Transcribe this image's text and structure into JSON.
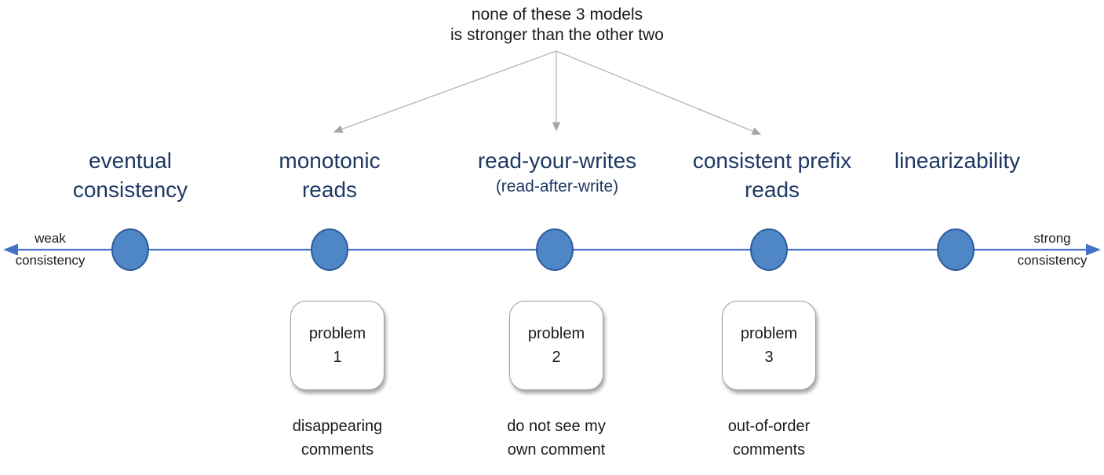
{
  "annotation": {
    "line1": "none of these 3 models",
    "line2": "is stronger than the other two"
  },
  "axis": {
    "left": {
      "line1": "weak",
      "line2": "consistency"
    },
    "right": {
      "line1": "strong",
      "line2": "consistency"
    }
  },
  "models": [
    {
      "name": "eventual-consistency",
      "line1": "eventual",
      "line2": "consistency"
    },
    {
      "name": "monotonic-reads",
      "line1": "monotonic",
      "line2": "reads"
    },
    {
      "name": "read-your-writes",
      "line1": "read-your-writes",
      "line2": "(read-after-write)"
    },
    {
      "name": "consistent-prefix-reads",
      "line1": "consistent prefix",
      "line2": "reads"
    },
    {
      "name": "linearizability",
      "line1": "linearizability",
      "line2": ""
    }
  ],
  "problems": [
    {
      "word": "problem",
      "number": "1",
      "caption_line1": "disappearing",
      "caption_line2": "comments"
    },
    {
      "word": "problem",
      "number": "2",
      "caption_line1": "do not see my",
      "caption_line2": "own comment"
    },
    {
      "word": "problem",
      "number": "3",
      "caption_line1": "out-of-order",
      "caption_line2": "comments"
    }
  ],
  "colors": {
    "label_navy": "#1f3864",
    "axis_blue": "#4472c4",
    "circle_fill": "#4e86c6",
    "circle_stroke": "#2e5b9d",
    "connector_gray": "#b3b3b3",
    "text_black": "#1c1c1c"
  }
}
